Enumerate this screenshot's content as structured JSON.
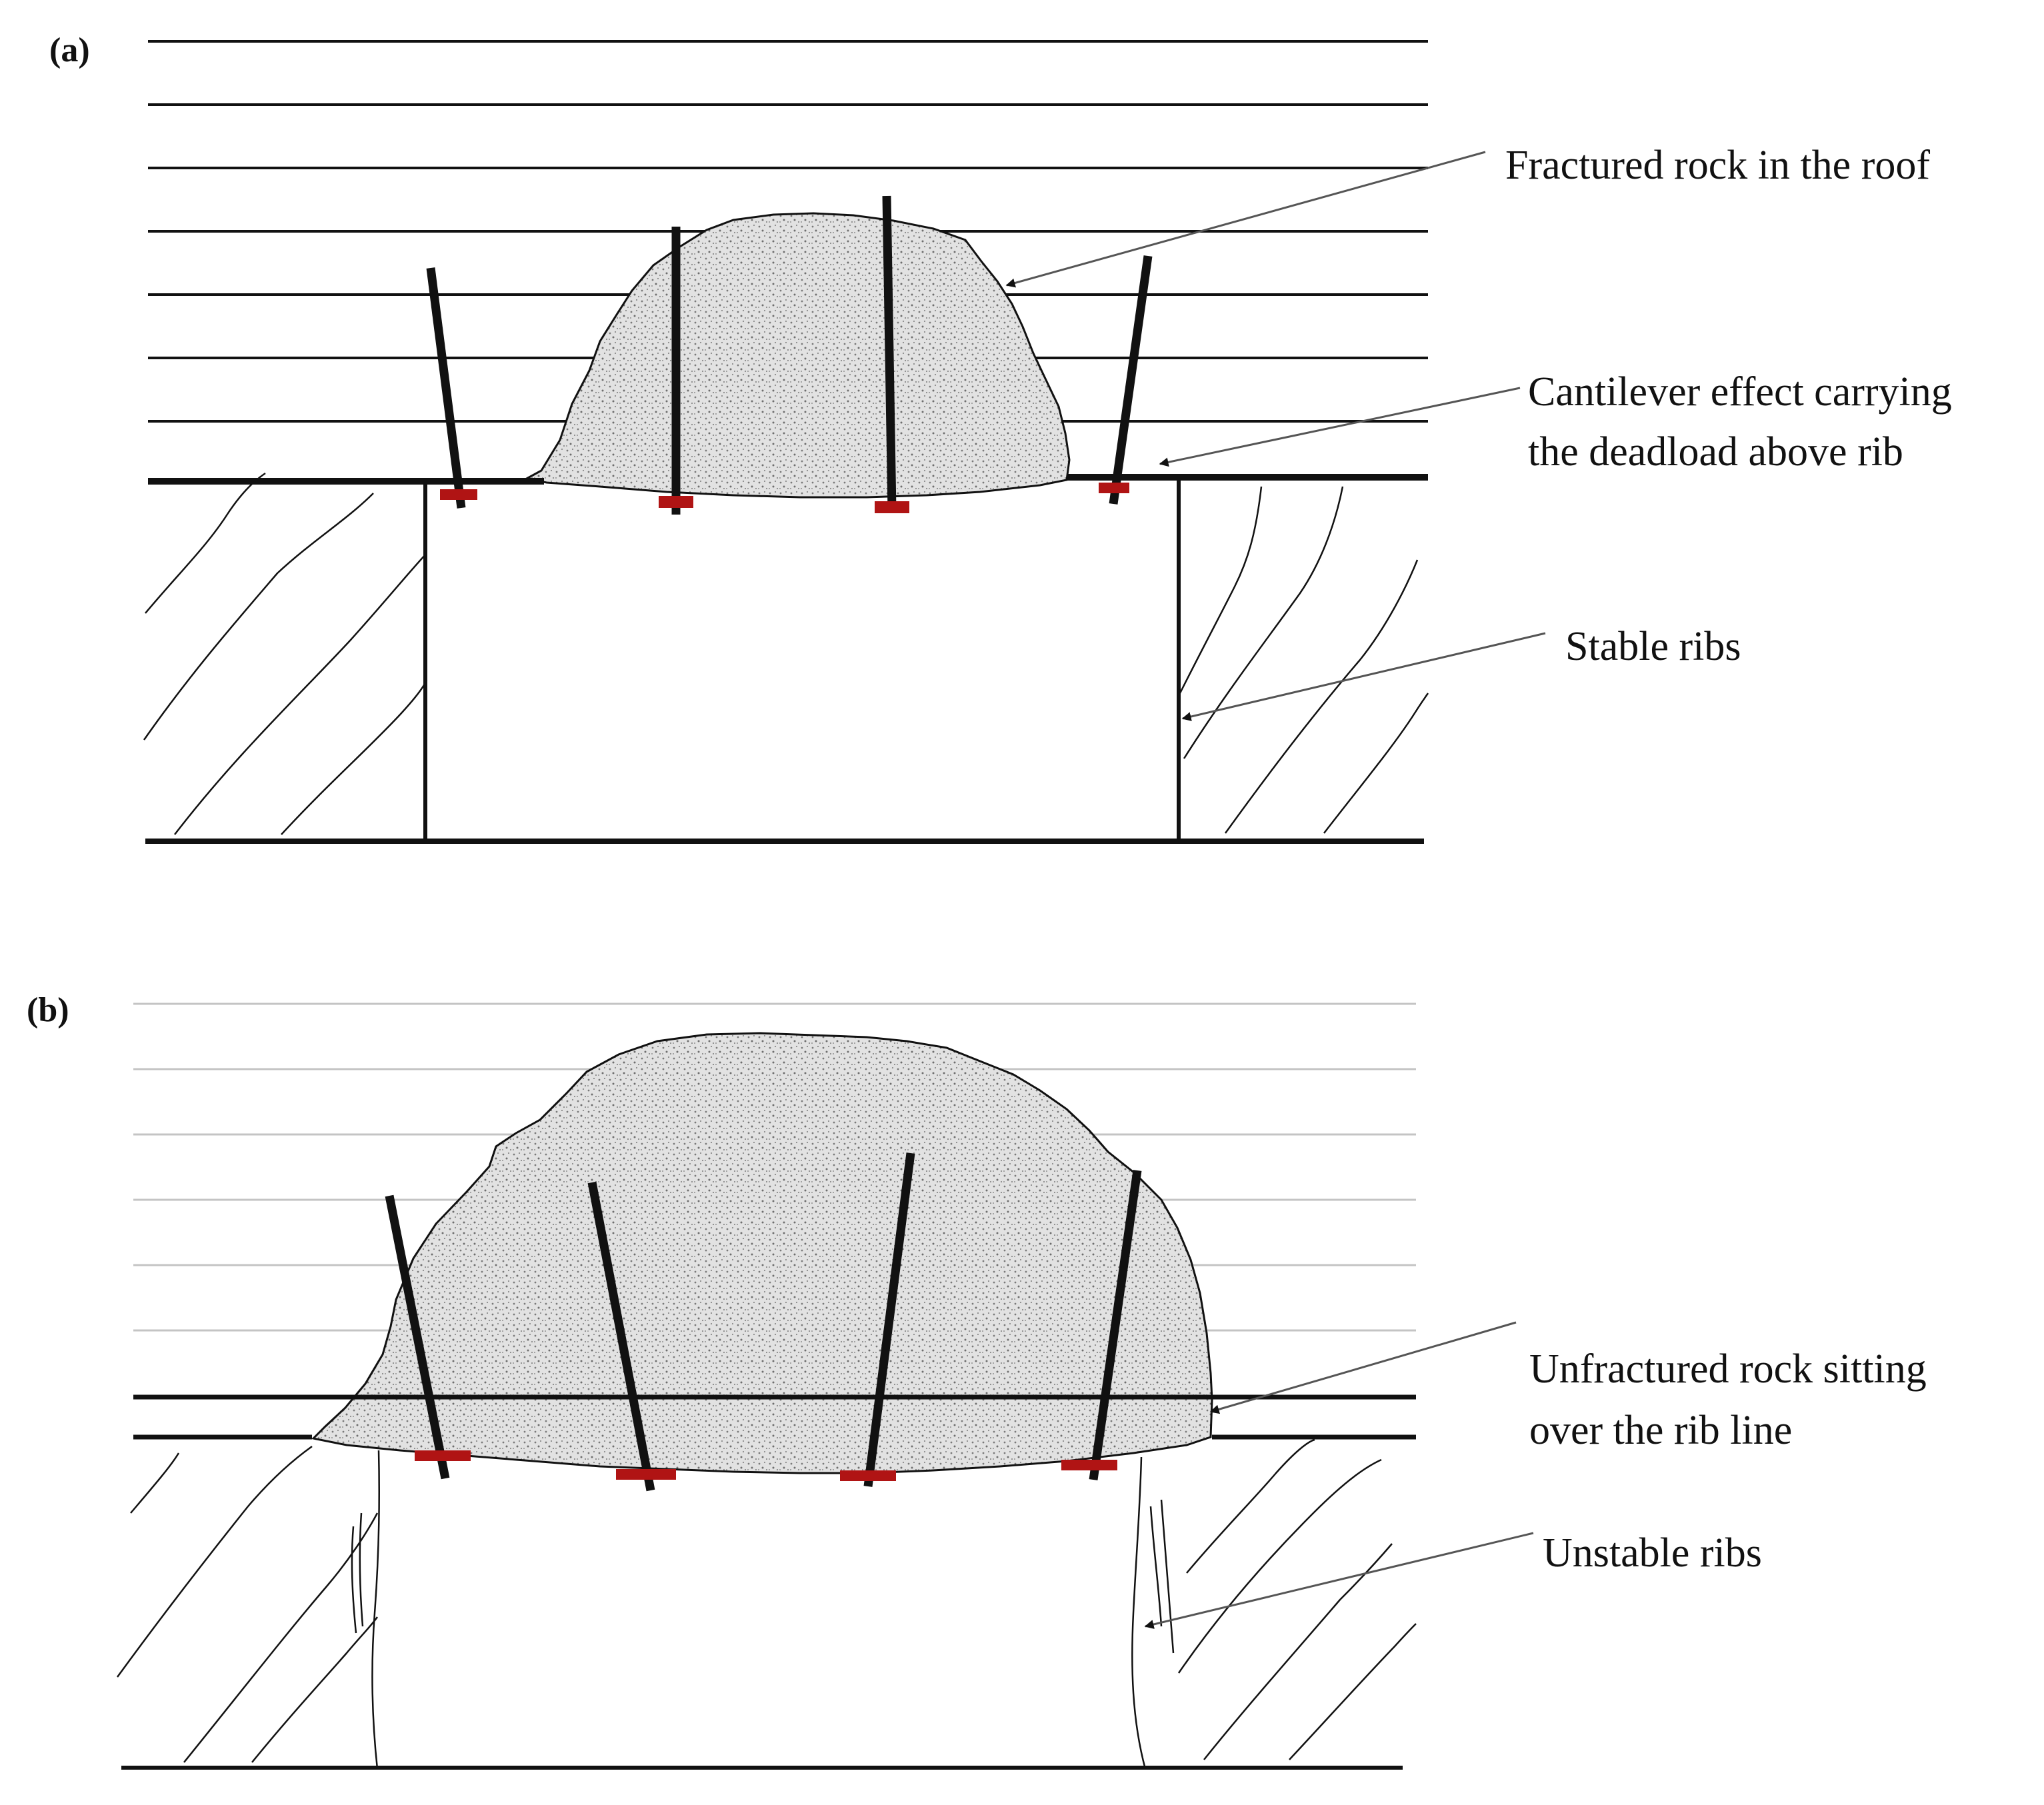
{
  "panels": [
    {
      "id": "a",
      "label": "(a)",
      "annotations": [
        "Fractured rock in the roof",
        [
          "Cantilever effect carrying",
          "the deadload above rib"
        ],
        "Stable ribs"
      ]
    },
    {
      "id": "b",
      "label": "(b)",
      "annotations": [
        [
          "Unfractured rock sitting",
          "over the rib line"
        ],
        "Unstable ribs"
      ]
    }
  ],
  "colors": {
    "line": "#111111",
    "bedding_b": "#c4c4c4",
    "rock_fill": "#e2e2e2",
    "bolt_plate": "#b01414",
    "leader": "#555555"
  }
}
